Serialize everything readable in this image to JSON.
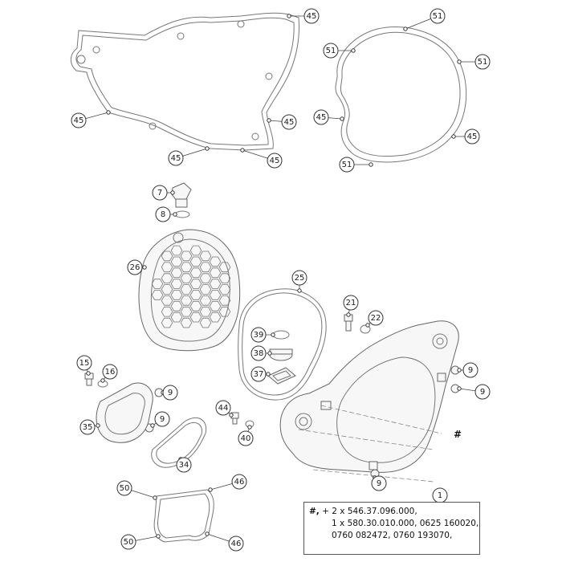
{
  "callouts": {
    "c45": "45",
    "c51": "51",
    "c7": "7",
    "c8": "8",
    "c26": "26",
    "c25": "25",
    "c21": "21",
    "c22": "22",
    "c39": "39",
    "c38": "38",
    "c37": "37",
    "c9": "9",
    "c15": "15",
    "c16": "16",
    "c35": "35",
    "c34": "34",
    "c44": "44",
    "c40": "40",
    "c50": "50",
    "c46": "46",
    "c1": "1"
  },
  "hash_mark": "#",
  "note": {
    "prefix": "#,",
    "line1": "+ 2 x 546.37.096.000,",
    "line2": "1 x 580.30.010.000, 0625 160020,",
    "line3": "0760 082472, 0760 193070,"
  }
}
